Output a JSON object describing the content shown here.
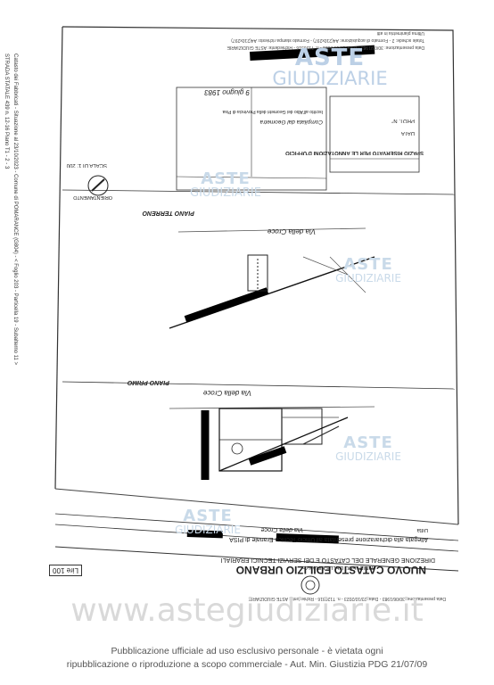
{
  "document": {
    "ministry": "MINISTERO DELLE FINANZE",
    "direction": "DIREZIONE GENERALE DEL CATASTO E DEI SERVIZI TECNICI ERARIALI",
    "title": "NUOVO CATASTO EDILIZIO URBANO",
    "fee": "Lire 100",
    "intestazione": "Ditta",
    "address_line": "Via della Croce",
    "allegata": "Allegata alla dichiarazione presentata all'Ufficio Tecnico Erariale di PISA",
    "scale": "SCALA DI 1: 200",
    "orientamento": "ORIENTAMENTO",
    "plan_ground": "PIANO TERRENO",
    "plan_first": "PIANO PRIMO",
    "street_top": "Via della Croce",
    "street_bottom": "Via della Croce",
    "ufficio_box": "SPAZIO RISERVATO PER LE ANNOTAZIONI D'UFFICIO",
    "compilata": "Compilata dal Geometra",
    "iscritto": "Iscritto all'Albo dei Geometri della Provincia di Pisa",
    "data_label": "DATA",
    "date_handwritten": "9 giugno 1983",
    "prot_label": "PROT. N°",
    "side_text_1": "Catasto dei Fabbricati - Situazione al 23/10/2023 - Comune di POMARANCE (G804) - < Foglio 203 - Particella 19 - Subalterno 11 >",
    "side_text_2": "STRADA STATALE 439 n. 12-16 Piano T1 - 2 - 3",
    "top_right_1": "Data presentazione: 30/06/1983 - Data: 23/10/2023 - n. T120316 - Richiedente: ASTE GIUDIZIARIE",
    "top_right_2": "Totale schede: 2 - Formato di acquisizione: A4(210x297) - Formato stampa richiesto: A4(210x297)",
    "top_right_3": "Ultima planimetria in atti",
    "bottom_rot": "Data presentazione: 30/06/1983 - Data: 23/10/2023 - n. T120316 - Richiedente: ASTE GIUDIZIARIE"
  },
  "watermarks": {
    "aste": "ASTE",
    "giudiziarie": "GIUDIZIARIE",
    "site": "www.astegiudiziarie.it"
  },
  "footer": {
    "line1": "Pubblicazione ufficiale ad uso esclusivo personale - è vietata ogni",
    "line2": "ripubblicazione o riproduzione a scopo commerciale - Aut. Min. Giustizia PDG 21/07/09"
  }
}
